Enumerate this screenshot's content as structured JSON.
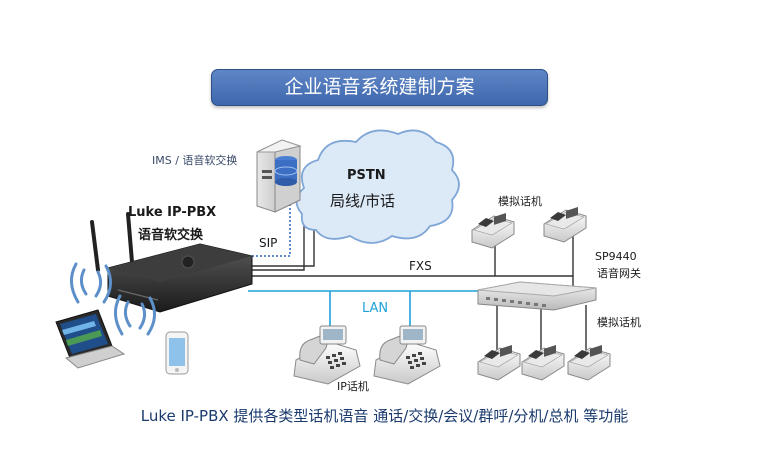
{
  "title": "企业语音系统建制方案",
  "labels": {
    "ims": "IMS / 语音软交换",
    "pstn": "PSTN",
    "pstn_sub": "局线/市话",
    "pbx_name": "Luke IP-PBX",
    "pbx_sub": "语音软交换",
    "sip": "SIP",
    "analog_top": "模拟话机",
    "fxs": "FXS",
    "sp_model": "SP9440",
    "sp_sub": "语音网关",
    "lan": "LAN",
    "analog_right": "模拟话机",
    "ip_phone": "IP话机"
  },
  "footer": "Luke IP-PBX  提供各类型话机语音 通话/交换/会议/群呼/分机/总机 等功能",
  "colors": {
    "title_bg": "#4a72b8",
    "cloud_fill": "#dce9f7",
    "cloud_stroke": "#7fa6d6",
    "lan_line": "#1ea2d8",
    "sip_line": "#2a62c4",
    "lan_label": "#1ea2d8"
  }
}
